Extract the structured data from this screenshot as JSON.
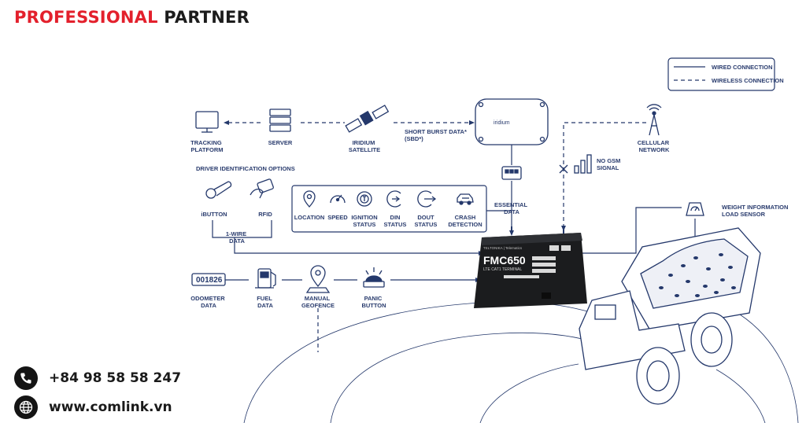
{
  "brand": {
    "part1": "PROFESSIONAL",
    "part2": "PARTNER"
  },
  "legend": {
    "wired": "WIRED CONNECTION",
    "wireless": "WIRELESS CONNECTION"
  },
  "nodes": {
    "tracking_platform": [
      "TRACKING",
      "PLATFORM"
    ],
    "server": "SERVER",
    "iridium_satellite": [
      "IRIDIUM",
      "SATELLITE"
    ],
    "sbd": [
      "SHORT BURST DATA*",
      "(SBD*)"
    ],
    "iridium_brand": "iridium",
    "cellular_network": [
      "CELLULAR",
      "NETWORK"
    ],
    "no_gsm": [
      "NO GSM",
      "SIGNAL"
    ],
    "driver_id_title": "DRIVER IDENTIFICATION OPTIONS",
    "ibutton": "iBUTTON",
    "rfid": "RFID",
    "one_wire": [
      "1-WIRE",
      "DATA"
    ],
    "essential_data": [
      "ESSENTIAL",
      "DATA"
    ],
    "weight": [
      "WEIGHT INFORMATION",
      "LOAD SENSOR"
    ],
    "odometer": [
      "ODOMETER",
      "DATA"
    ],
    "odometer_digits": "001826",
    "fuel": [
      "FUEL",
      "DATA"
    ],
    "manual_geofence": [
      "MANUAL",
      "GEOFENCE"
    ],
    "panic_button": [
      "PANIC",
      "BUTTON"
    ]
  },
  "essential_items": [
    {
      "name": "location",
      "lines": [
        "LOCATION"
      ],
      "icon": "location-pin-icon"
    },
    {
      "name": "speed",
      "lines": [
        "SPEED"
      ],
      "icon": "speedometer-icon"
    },
    {
      "name": "ignition",
      "lines": [
        "IGNITION",
        "STATUS"
      ],
      "icon": "ignition-icon"
    },
    {
      "name": "din",
      "lines": [
        "DIN",
        "STATUS"
      ],
      "icon": "din-icon"
    },
    {
      "name": "dout",
      "lines": [
        "DOUT",
        "STATUS"
      ],
      "icon": "dout-icon"
    },
    {
      "name": "crash",
      "lines": [
        "CRASH",
        "DETECTION"
      ],
      "icon": "crash-car-icon"
    }
  ],
  "device": {
    "model": "FMC650",
    "sub": "LTE CAT1 TERMINAL",
    "maker": "TELTONIKA | Telematics"
  },
  "contact": {
    "phone": "+84 98 58 58 247",
    "website": "www.comlink.vn"
  },
  "colors": {
    "navy": "#24386b",
    "brand_red": "#e3202c",
    "device_black": "#1b1c1e"
  }
}
